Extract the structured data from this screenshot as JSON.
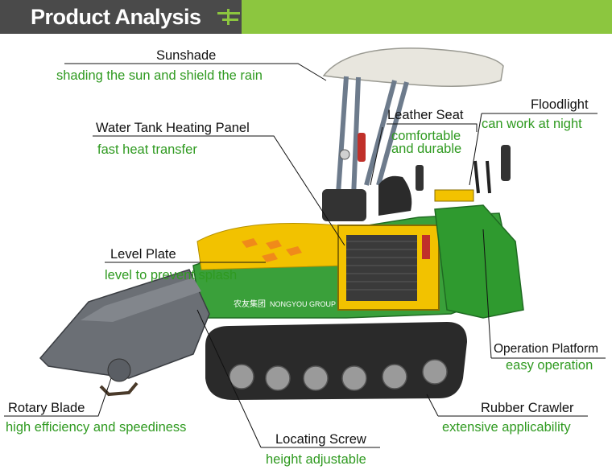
{
  "header": {
    "title": "Product Analysis"
  },
  "colors": {
    "accent_green": "#8cc63f",
    "header_dark": "#4a4a4a",
    "description_text": "#2f9a20",
    "machine_yellow": "#f2c200",
    "machine_green": "#3aa03a"
  },
  "callouts": {
    "sunshade": {
      "label": "Sunshade",
      "desc": "shading the sun and shield the rain"
    },
    "water_tank": {
      "label": "Water Tank Heating Panel",
      "desc": "fast heat transfer"
    },
    "leather_seat": {
      "label": "Leather Seat",
      "desc": "comfortable and durable"
    },
    "floodlight": {
      "label": "Floodlight",
      "desc": "can work at night"
    },
    "level_plate": {
      "label": "Level Plate",
      "desc": "level to prevent splash"
    },
    "operation_platform": {
      "label": "Operation Platform",
      "desc": "easy operation"
    },
    "rotary_blade": {
      "label": "Rotary Blade",
      "desc": "high efficiency and speediness"
    },
    "rubber_crawler": {
      "label": "Rubber Crawler",
      "desc": "extensive applicability"
    },
    "locating_screw": {
      "label": "Locating Screw",
      "desc": "height adjustable"
    }
  },
  "machine": {
    "brand_cn": "农友集团",
    "brand_en": "NONGYOU GROUP"
  }
}
